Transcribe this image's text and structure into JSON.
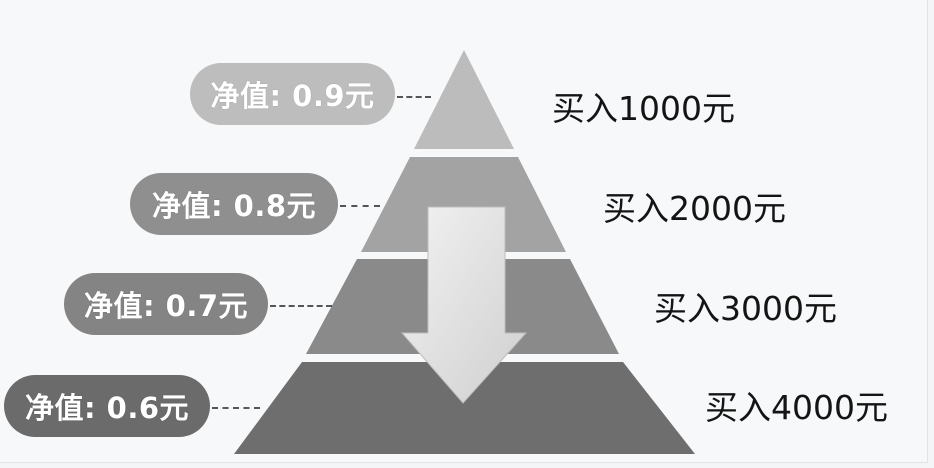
{
  "diagram": {
    "type": "pyramid",
    "direction_arrow": "arrow-down-icon",
    "levels": [
      {
        "nav_label": "净值: 0.9元",
        "nav_value": 0.9,
        "buy_label": "买入1000元",
        "buy_amount": 1000,
        "fill": "#bcbcbc",
        "pill_color": "#bdbdbd"
      },
      {
        "nav_label": "净值: 0.8元",
        "nav_value": 0.8,
        "buy_label": "买入2000元",
        "buy_amount": 2000,
        "fill": "#a3a3a3",
        "pill_color": "#8f8f8f"
      },
      {
        "nav_label": "净值: 0.7元",
        "nav_value": 0.7,
        "buy_label": "买入3000元",
        "buy_amount": 3000,
        "fill": "#8a8a8a",
        "pill_color": "#848484"
      },
      {
        "nav_label": "净值: 0.6元",
        "nav_value": 0.6,
        "buy_label": "买入4000元",
        "buy_amount": 4000,
        "fill": "#6e6e6e",
        "pill_color": "#6b6b6b"
      }
    ]
  }
}
